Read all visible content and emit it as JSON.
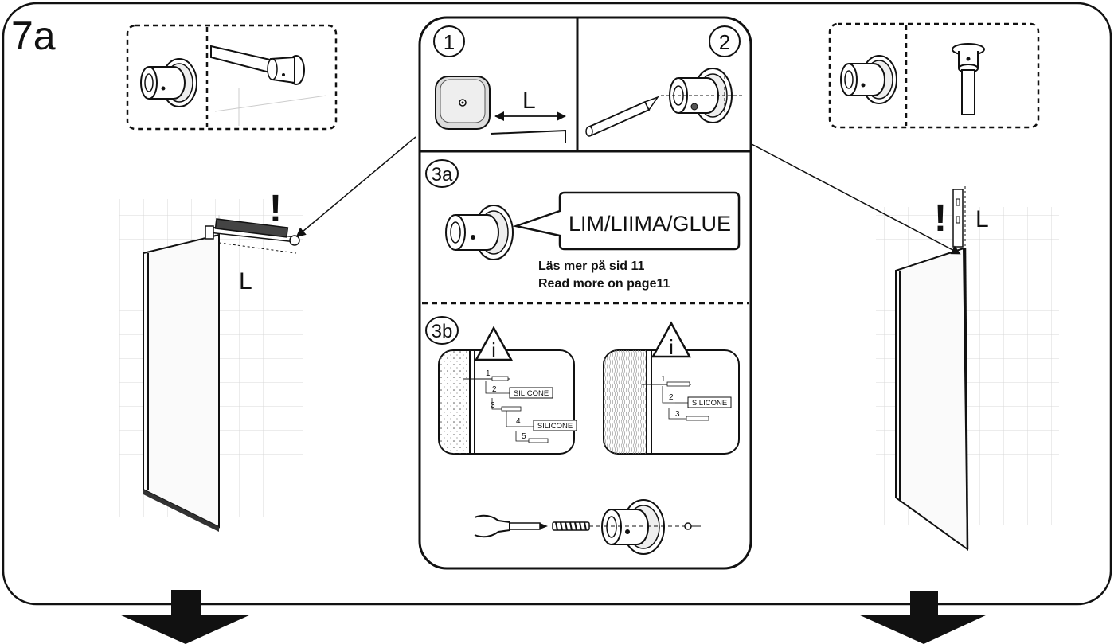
{
  "step_label": "7a",
  "panel1": {
    "number": "1",
    "measure_label": "L"
  },
  "panel2": {
    "number": "2"
  },
  "panel3a": {
    "number": "3a",
    "callout": "LIM/LIIMA/GLUE",
    "note_sv": "Läs mer på sid 11",
    "note_en": "Read more on page11"
  },
  "panel3b": {
    "number": "3b",
    "warning_symbol": "i",
    "left_steps": {
      "s1": "1",
      "s2": "2",
      "silicone_a": "SILICONE",
      "s3": "3",
      "s4": "4",
      "silicone_b": "SILICONE",
      "s5": "5"
    },
    "right_steps": {
      "s1": "1",
      "s2": "2",
      "silicone": "SILICONE",
      "s3": "3"
    }
  },
  "left_scene": {
    "measure_label": "L",
    "alert_mark": "!"
  },
  "right_scene": {
    "measure_label": "L",
    "alert_mark": "!"
  }
}
